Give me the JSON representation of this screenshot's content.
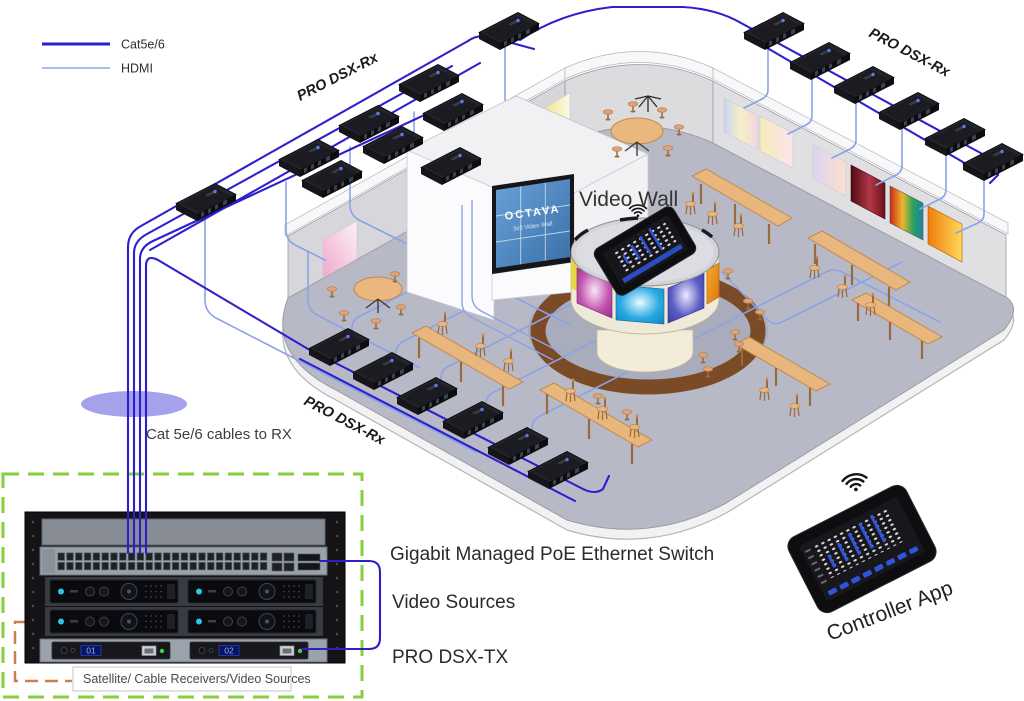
{
  "legend": {
    "items": [
      {
        "label": "Cat5e/6",
        "color": "#2d1fce"
      },
      {
        "label": "HDMI",
        "color": "#8fa6e8"
      }
    ]
  },
  "room": {
    "video_wall_label": "Video Wall",
    "screen": {
      "brand": "OCTAVA",
      "caption": "3x3 Video Wall"
    }
  },
  "device_labels": {
    "rx_top_left": "PRO DSX-Rx",
    "rx_top_right": "PRO DSX-Rx",
    "rx_floor": "PRO DSX-Rx",
    "tx": "PRO DSX-TX"
  },
  "annotations": {
    "cat_cables": "Cat 5e/6 cables to RX",
    "switch": "Gigabit Managed PoE Ethernet Switch",
    "video_sources": "Video Sources",
    "satellite": "Satellite/ Cable Receivers/Video Sources",
    "controller": "Controller App"
  },
  "rack": {
    "tx_units": [
      {
        "display": "01"
      },
      {
        "display": "02"
      }
    ]
  },
  "colors": {
    "cat5": "#2d1fce",
    "hdmi": "#8fa6e8",
    "floor": "#b7bac6",
    "accent_green": "#88cf3d",
    "accent_orange": "#cd7f4a",
    "bundle_highlight": "#8e8ae6"
  }
}
